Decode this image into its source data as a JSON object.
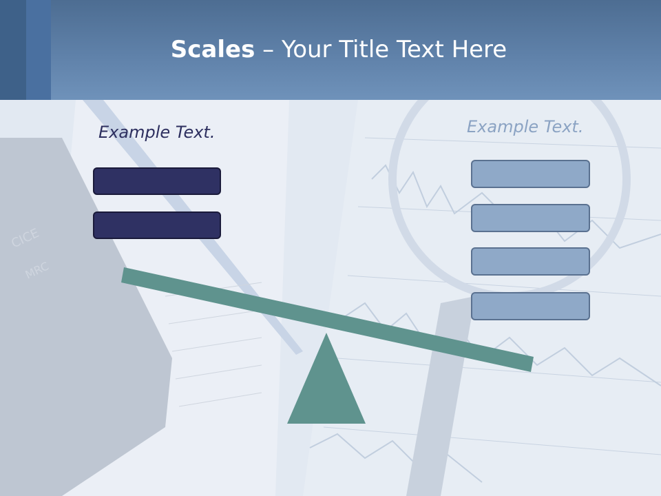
{
  "slide": {
    "title_bold": "Scales",
    "title_rest": " – Your Title Text Here",
    "left_label": "Example Text.",
    "right_label": "Example Text."
  },
  "colors": {
    "header": "#5f81a9",
    "left_boxes": "#2f3163",
    "right_boxes": "#8fa9c8",
    "scale": "#5f938e"
  }
}
